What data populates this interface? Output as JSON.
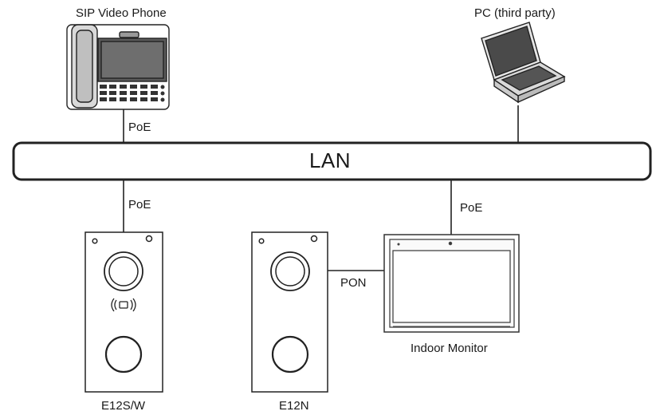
{
  "devices": {
    "sip_phone": {
      "label": "SIP Video Phone"
    },
    "pc": {
      "label": "PC (third party)"
    },
    "door_station_1": {
      "label": "E12S/W"
    },
    "door_station_2": {
      "label": "E12N"
    },
    "indoor_monitor": {
      "label": "Indoor Monitor"
    }
  },
  "network": {
    "label": "LAN"
  },
  "links": {
    "phone_lan": "PoE",
    "e12sw_lan": "PoE",
    "monitor_lan": "PoE",
    "e12n_monitor": "PON"
  }
}
